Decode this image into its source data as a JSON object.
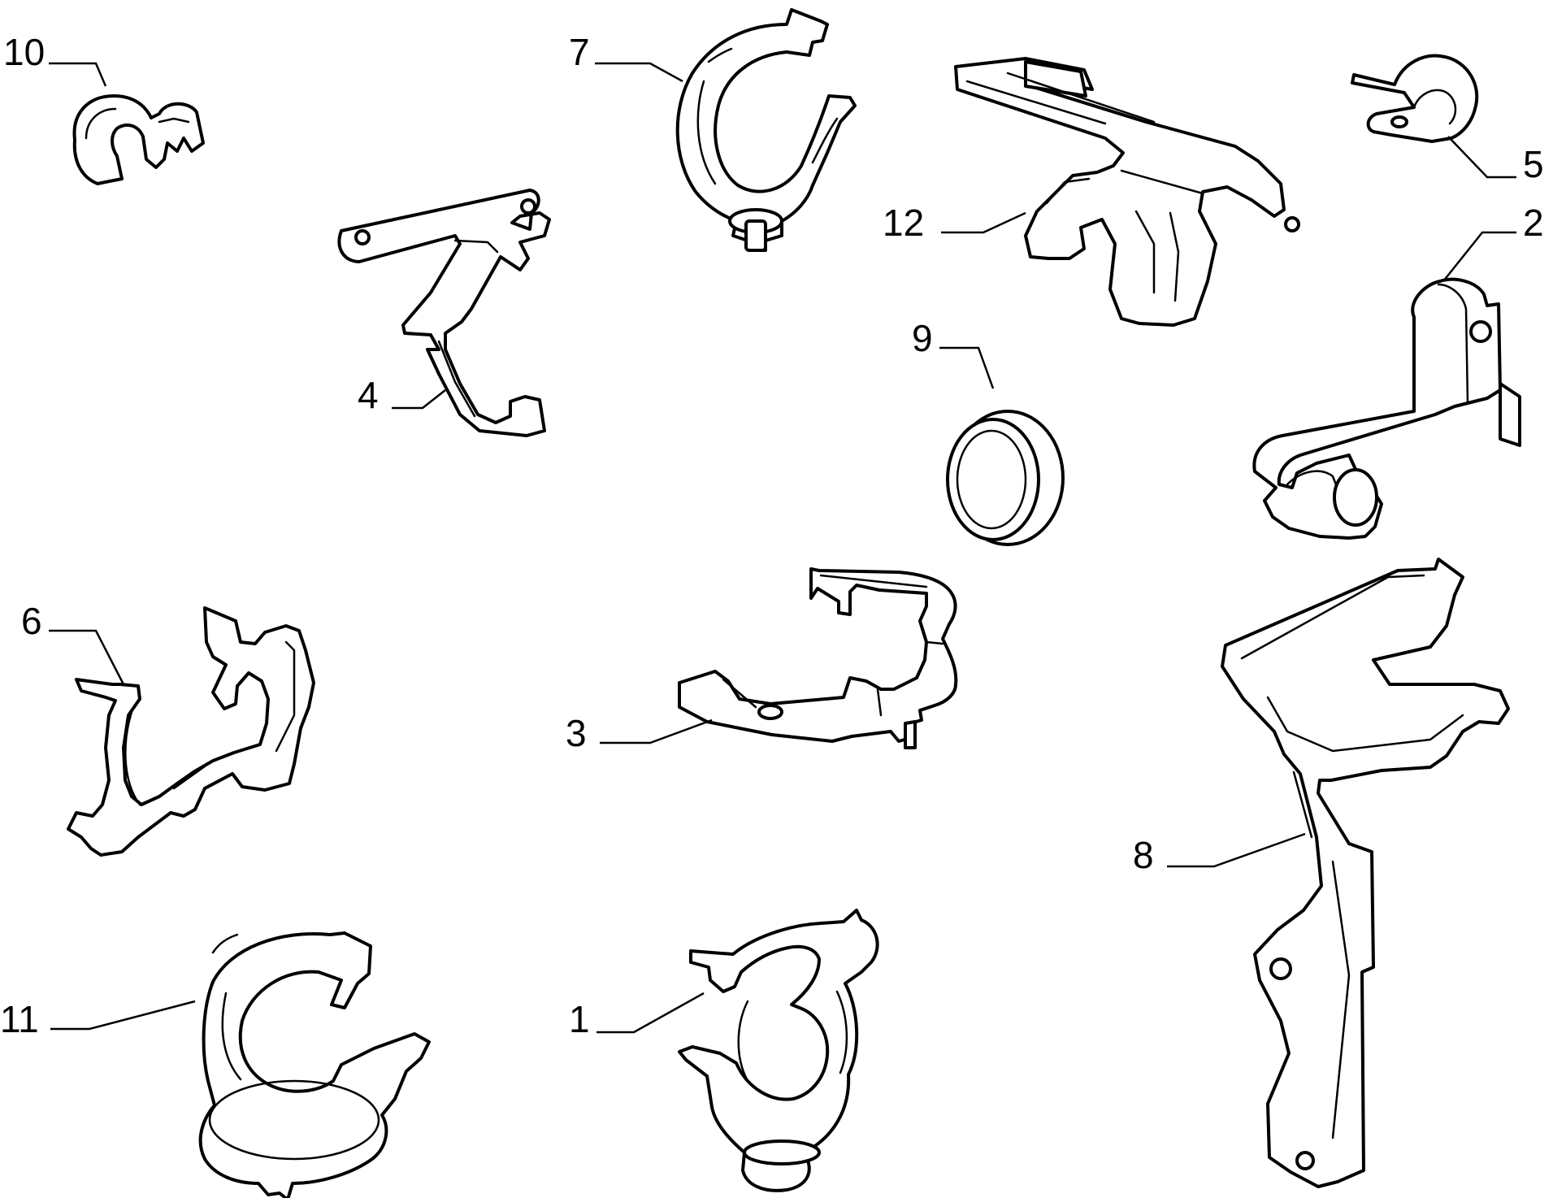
{
  "diagram": {
    "callouts": [
      {
        "id": "part-1",
        "label": "1"
      },
      {
        "id": "part-2",
        "label": "2"
      },
      {
        "id": "part-3",
        "label": "3"
      },
      {
        "id": "part-4",
        "label": "4"
      },
      {
        "id": "part-5",
        "label": "5"
      },
      {
        "id": "part-6",
        "label": "6"
      },
      {
        "id": "part-7",
        "label": "7"
      },
      {
        "id": "part-8",
        "label": "8"
      },
      {
        "id": "part-9",
        "label": "9"
      },
      {
        "id": "part-10",
        "label": "10"
      },
      {
        "id": "part-11",
        "label": "11"
      },
      {
        "id": "part-12",
        "label": "12"
      }
    ],
    "colors": {
      "line": "#000000",
      "background": "#ffffff"
    }
  }
}
